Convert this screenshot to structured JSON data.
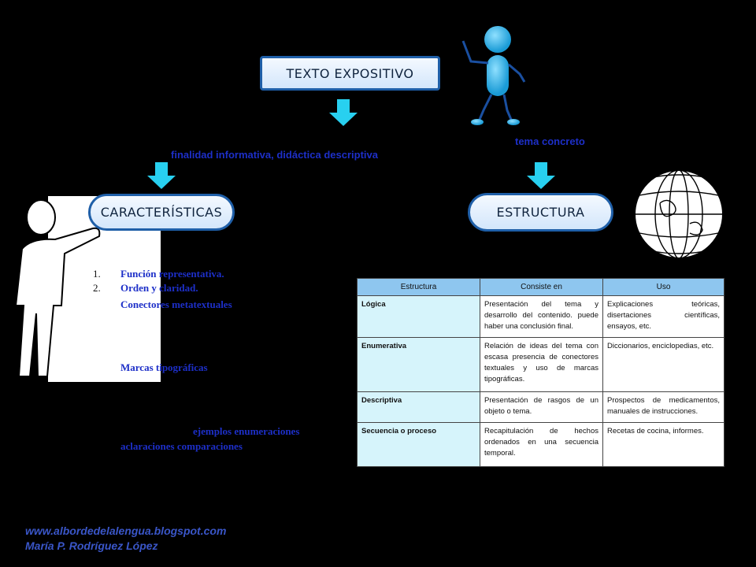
{
  "nodes": {
    "main": "TEXTO EXPOSITIVO",
    "characteristics": "CARACTERÍSTICAS",
    "structure": "ESTRUCTURA"
  },
  "labels": {
    "purpose": "finalidad informativa, didáctica    descriptiva",
    "topic": "tema concreto"
  },
  "characteristics_list": [
    {
      "num": "1.",
      "text": "Función representativa."
    },
    {
      "num": "2.",
      "text": "Orden y     claridad."
    },
    {
      "num": "",
      "text": "Conectores  metatextuales"
    },
    {
      "num": "",
      "text": "Marcas   tipográficas"
    },
    {
      "num": "",
      "text": "ejemplos   enumeraciones"
    },
    {
      "num": "",
      "text": "aclaraciones    comparaciones"
    }
  ],
  "table": {
    "headers": [
      "Estructura",
      "Consiste en",
      "Uso"
    ],
    "rows": [
      {
        "estructura": "Lógica",
        "consiste": "Presentación del tema y desarrollo del contenido. puede haber una conclusión final.",
        "uso": "Explicaciones teóricas, disertaciones científicas, ensayos, etc."
      },
      {
        "estructura": "Enumerativa",
        "consiste": "Relación de ideas del tema con escasa presencia de conectores textuales y uso de marcas tipográficas.",
        "uso": "Diccionarios, enciclopedias, etc."
      },
      {
        "estructura": "Descriptiva",
        "consiste": "Presentación de rasgos de un objeto o tema.",
        "uso": "Prospectos de medicamentos, manuales de instrucciones."
      },
      {
        "estructura": "Secuencia o proceso",
        "consiste": "Recapitulación de hechos ordenados en una secuencia temporal.",
        "uso": "Recetas de cocina, informes."
      }
    ]
  },
  "footer": {
    "url": "www.albordedelalengua.blogspot.com",
    "author": "María P. Rodríguez López"
  },
  "colors": {
    "arrow": "#28d0f0",
    "pill_border": "#1f5fa8",
    "text_blue": "#1d2fc8",
    "table_header": "#8ec6ef",
    "table_first_col": "#d6f4fb"
  }
}
